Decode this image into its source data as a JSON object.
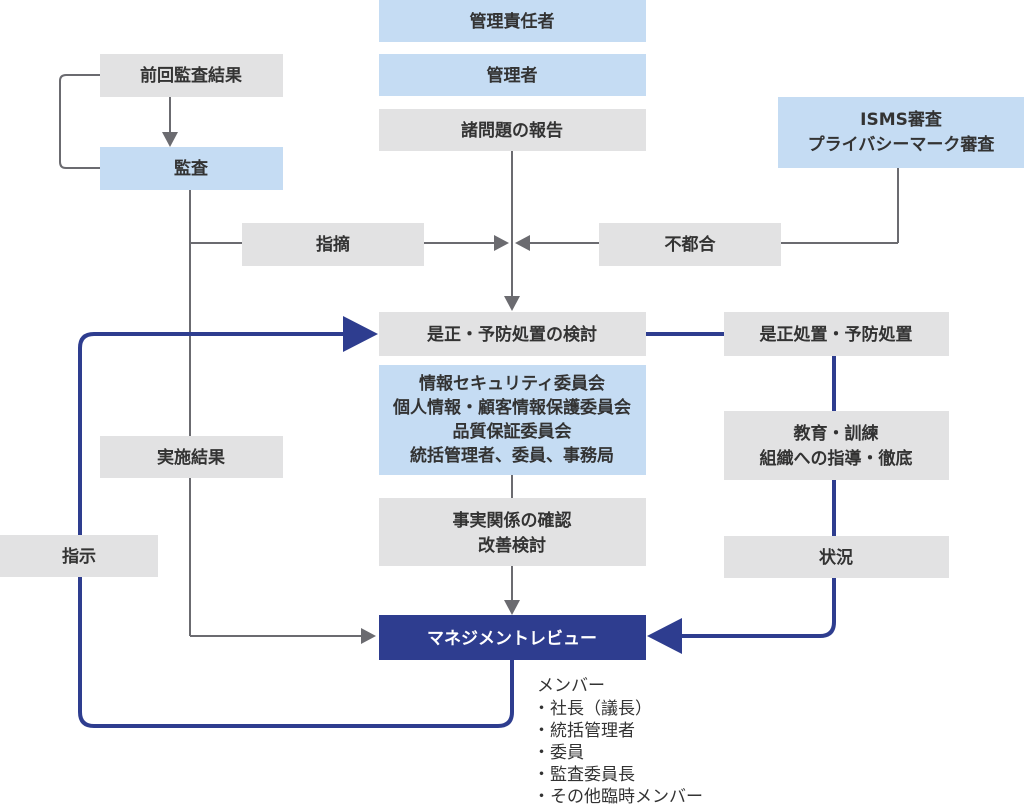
{
  "boxes": {
    "manager_responsible": "管理責任者",
    "manager": "管理者",
    "issue_report": "諸問題の報告",
    "previous_audit": "前回監査結果",
    "audit": "監査",
    "isms_audit": [
      "ISMS審査",
      "プライバシーマーク審査"
    ],
    "finding": "指摘",
    "nonconformity": "不都合",
    "review_corrective": "是正・予防処置の検討",
    "corrective_action": "是正処置・予防処置",
    "committees": [
      "情報セキュリティ委員会",
      "個人情報・顧客情報保護委員会",
      "品質保証委員会",
      "統括管理者、委員、事務局"
    ],
    "education": [
      "教育・訓練",
      "組織への指導・徹底"
    ],
    "implementation_result": "実施結果",
    "fact_check": [
      "事実関係の確認",
      "改善検討"
    ],
    "instruction": "指示",
    "status": "状況",
    "management_review": "マネジメントレビュー"
  },
  "members": {
    "heading": "メンバー",
    "items": [
      "・社長（議長）",
      "・統括管理者",
      "・委員",
      "・監査委員長",
      "・その他臨時メンバー"
    ]
  },
  "colors": {
    "gray_box": "#e2e2e3",
    "blue_box": "#c5dcf3",
    "navy": "#2e3d8f",
    "gray_line": "#6b6b70"
  }
}
